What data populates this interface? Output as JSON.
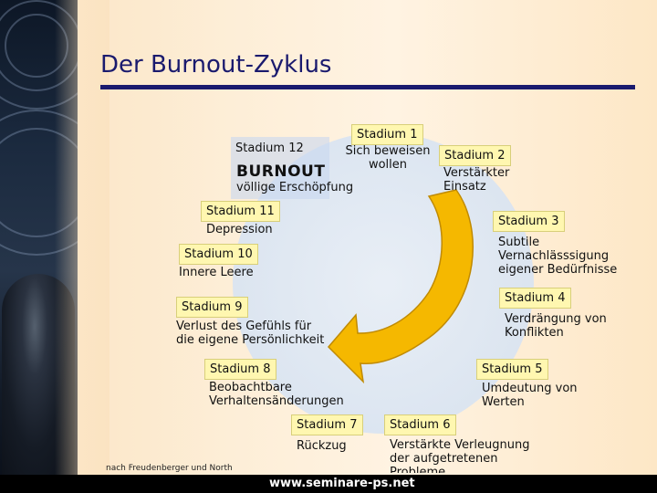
{
  "title": "Der Burnout-Zyklus",
  "center": {
    "burnout_label": "BURNOUT",
    "burnout_desc": "völlige Erschöpfung"
  },
  "stages": [
    {
      "label": "Stadium 1",
      "desc": "Sich beweisen wollen"
    },
    {
      "label": "Stadium 2",
      "desc": "Verstärkter Einsatz"
    },
    {
      "label": "Stadium 3",
      "desc": "Subtile Vernachlässsigung eigener Bedürfnisse"
    },
    {
      "label": "Stadium 4",
      "desc": "Verdrängung von Konflikten"
    },
    {
      "label": "Stadium 5",
      "desc": "Umdeutung von Werten"
    },
    {
      "label": "Stadium 6",
      "desc": "Verstärkte Verleugnung der aufgetretenen Probleme"
    },
    {
      "label": "Stadium 7",
      "desc": "Rückzug"
    },
    {
      "label": "Stadium 8",
      "desc": "Beobachtbare Verhaltensänderungen"
    },
    {
      "label": "Stadium 9",
      "desc": "Verlust des Gefühls für die eigene Persönlichkeit"
    },
    {
      "label": "Stadium 10",
      "desc": "Innere Leere"
    },
    {
      "label": "Stadium 11",
      "desc": "Depression"
    },
    {
      "label": "Stadium 12",
      "desc": ""
    }
  ],
  "credit": "nach Freudenberger und North",
  "footer_url": "www.seminare-ps.net",
  "colors": {
    "title": "#1a1a6e",
    "label_bg": "#fff7b0",
    "arrow": "#f5b800",
    "circle": "#dbe6f4"
  }
}
